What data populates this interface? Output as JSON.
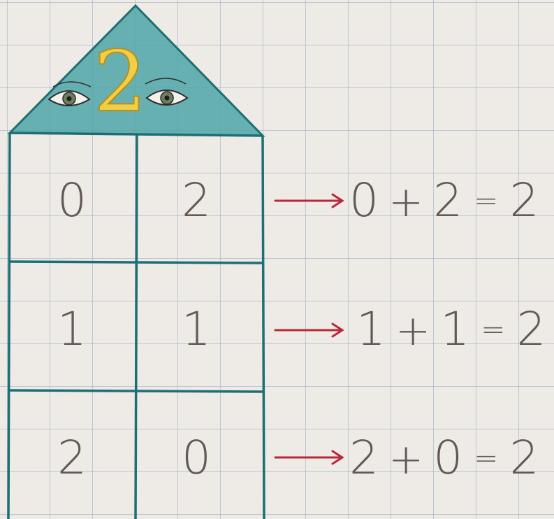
{
  "house": {
    "roof_number": "2",
    "rows": [
      {
        "left": "0",
        "right": "2"
      },
      {
        "left": "1",
        "right": "1"
      },
      {
        "left": "2",
        "right": "0"
      }
    ]
  },
  "equations": [
    {
      "a": "0",
      "op": "+",
      "b": "2",
      "eq": "=",
      "result": "2"
    },
    {
      "a": "1",
      "op": "+",
      "b": "1",
      "eq": "=",
      "result": "2"
    },
    {
      "a": "2",
      "op": "+",
      "b": "0",
      "eq": "=",
      "result": "2"
    }
  ],
  "colors": {
    "roof_fill": "#4fa6a7",
    "house_lines": "#1d6f73",
    "arrow": "#b8283a",
    "numeral_gold": "#f0cf48",
    "pencil": "#5f5a57",
    "grid": "#9aaec4",
    "paper": "#eeeae6"
  }
}
